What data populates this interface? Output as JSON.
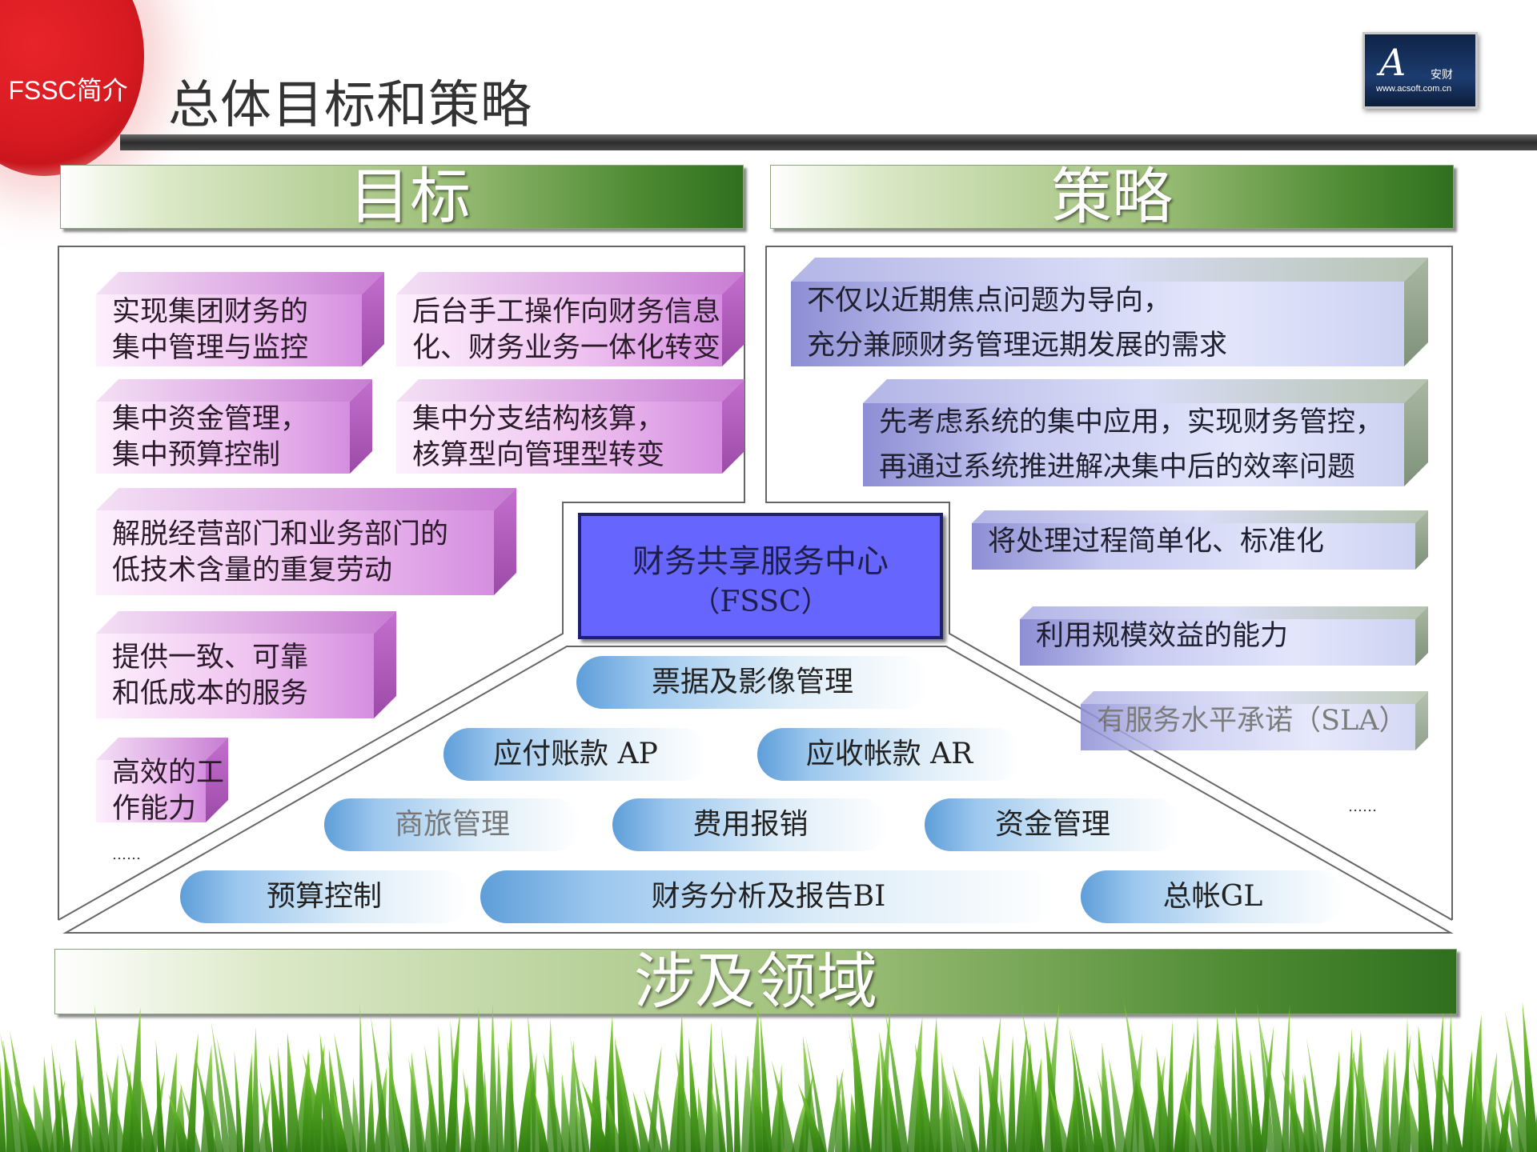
{
  "header": {
    "section_tag": "FSSC简介",
    "title": "总体目标和策略",
    "logo": {
      "mark": "A",
      "cn": "安财",
      "url": "www.acsoft.com.cn"
    }
  },
  "colors": {
    "accent_red": "#d71a21",
    "banner_green": "#2f6f1e",
    "center_blue": "#6666ff"
  },
  "goals": {
    "title": "目标",
    "items": [
      {
        "line1": "实现集团财务的",
        "line2": "集中管理与监控"
      },
      {
        "line1": "后台手工操作向财务信息",
        "line2": "化、财务业务一体化转变"
      },
      {
        "line1": "集中资金管理，",
        "line2": "集中预算控制"
      },
      {
        "line1": "集中分支结构核算，",
        "line2": "核算型向管理型转变"
      },
      {
        "line1": "解脱经营部门和业务部门的",
        "line2": "低技术含量的重复劳动"
      },
      {
        "line1": "提供一致、可靠",
        "line2": "和低成本的服务"
      },
      {
        "line1": "高效的工",
        "line2": "作能力"
      }
    ],
    "ellipsis": "……"
  },
  "strategy": {
    "title": "策略",
    "items": [
      {
        "line1": "不仅以近期焦点问题为导向，",
        "line2": "充分兼顾财务管理远期发展的需求"
      },
      {
        "line1": "先考虑系统的集中应用，实现财务管控，",
        "line2": "再通过系统推进解决集中后的效率问题"
      },
      {
        "line1": "将处理过程简单化、标准化"
      },
      {
        "line1": "利用规模效益的能力"
      },
      {
        "line1": "有服务水平承诺（SLA）"
      }
    ],
    "ellipsis": "……"
  },
  "center": {
    "line1": "财务共享服务中心",
    "line2": "（FSSC）"
  },
  "domains": {
    "title": "涉及领域",
    "items": [
      "票据及影像管理",
      "应付账款 AP",
      "应收帐款 AR",
      "商旅管理",
      "费用报销",
      "资金管理",
      "预算控制",
      "财务分析及报告BI",
      "总帐GL"
    ]
  }
}
